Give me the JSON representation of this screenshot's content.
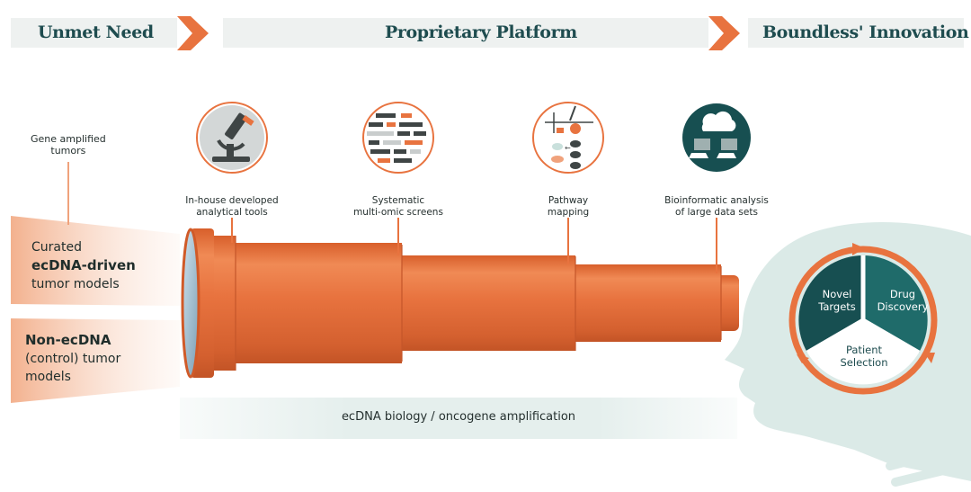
{
  "header": {
    "unmet_need": "Unmet Need",
    "platform": "Proprietary Platform",
    "innovation": "Boundless' Innovation"
  },
  "left": {
    "gene_amplified": "Gene amplified\ntumors",
    "curated_line1": "Curated",
    "curated_line2": "ecDNA-driven",
    "curated_line3": "tumor models",
    "nonec_line1": "Non-ecDNA",
    "nonec_line2": "(control) tumor",
    "nonec_line3": "models"
  },
  "tools": [
    {
      "icon": "microscope-icon",
      "label": "In-house developed\nanalytical tools"
    },
    {
      "icon": "multiomic-screen-icon",
      "label": "Systematic\nmulti-omic screens"
    },
    {
      "icon": "pathway-icon",
      "label": "Pathway\nmapping"
    },
    {
      "icon": "cloud-computers-icon",
      "label": "Bioinformatic analysis\nof large data sets"
    }
  ],
  "bottom_band": "ecDNA biology / oncogene amplification",
  "cycle": {
    "novel_targets": "Novel\nTargets",
    "drug_discovery": "Drug\nDiscovery",
    "patient_selection": "Patient\nSelection"
  },
  "colors": {
    "orange": "#e8733f",
    "dark_teal": "#174f51",
    "mid_teal": "#1f6b6a",
    "header_text": "#1e4c4f",
    "band_gray": "#eef1f0",
    "light_teal": "#dbeae7"
  }
}
